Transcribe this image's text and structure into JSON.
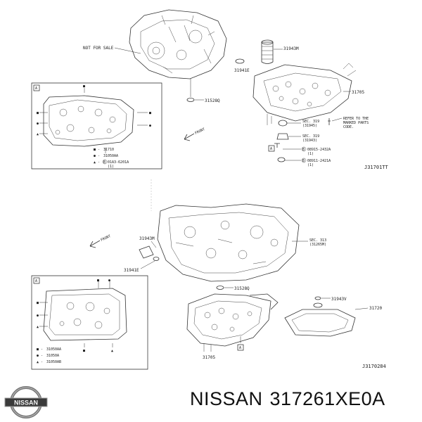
{
  "diagram_top": {
    "not_for_sale": "NOT FOR SALE",
    "callout_box_label": "A",
    "inset_legend": [
      {
        "marker": "■",
        "part": "31710",
        "sep": "- "
      },
      {
        "marker": "●",
        "part": "31050AA",
        "sep": "- "
      },
      {
        "marker": "▲",
        "part": "01A3-6201A",
        "sep": "- ",
        "qty": "(1)",
        "circled": "B"
      }
    ],
    "part_31943m": "31943M",
    "part_31941e": "31941E",
    "part_31705": "31705",
    "part_31528q": "31528Q",
    "refer_note": [
      "REFER TO THE",
      "MARKED PARTS",
      "CODE."
    ],
    "front": "FRONT",
    "sec_319a": "SEC. 319",
    "sec_319a_sub": "(31945)",
    "sec_319b": "SEC. 319",
    "sec_319b_sub": "(31943)",
    "bolt1_circled": "B",
    "bolt1": "08915-2432A",
    "bolt1_qty": "(1)",
    "bolt2_circled": "B",
    "bolt2": "08911-2421A",
    "bolt2_qty": "(1)",
    "marker_a": "A",
    "figure_code": "J31701TT"
  },
  "diagram_bottom": {
    "front": "FRONT",
    "part_31943m": "31943M",
    "part_31941e": "31941E",
    "sec_313": "SEC. 313",
    "sec_313_sub": "(31265M)",
    "part_31528q": "31528Q",
    "part_31943v": "31943V",
    "part_31720": "31720",
    "part_31705": "31705",
    "callout_box_label": "A",
    "marker_a": "A",
    "inset_legend": [
      {
        "marker": "■",
        "part": "31050AA",
        "sep": "- "
      },
      {
        "marker": "●",
        "part": "31050A",
        "sep": "- "
      },
      {
        "marker": "▲",
        "part": "31050AB",
        "sep": "- "
      }
    ],
    "figure_code": "J3170284"
  },
  "brand": {
    "logo_text": "NISSAN",
    "name": "NISSAN",
    "part_number": "317261XE0A"
  }
}
